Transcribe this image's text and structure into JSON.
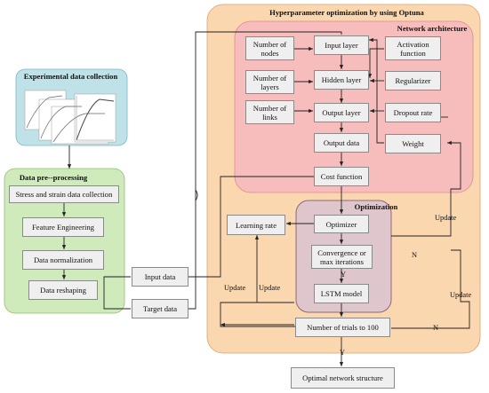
{
  "labels": {
    "hyperparameter_title": "Hyperparameter optimization by using Optuna",
    "network_architecture_title": "Network architecture",
    "optimization_title": "Optimization",
    "experimental_title": "Experimental data collection",
    "preprocessing_title": "Data pre--processing"
  },
  "nodes": {
    "number_of_nodes": "Number of nodes",
    "number_of_layers": "Number of layers",
    "number_of_links": "Number of links",
    "input_layer": "Input layer",
    "hidden_layer": "Hidden layer",
    "output_layer": "Output layer",
    "output_data": "Output data",
    "cost_function": "Cost function",
    "activation_function": "Activation function",
    "regularizer": "Regularizer",
    "dropout_rate": "Dropout rate",
    "weight": "Weight",
    "learning_rate": "Learning rate",
    "optimizer": "Optimizer",
    "convergence": "Convergence or max iterations",
    "lstm_model": "LSTM model",
    "number_of_trials": "Number of trials to 100",
    "optimal_structure": "Optimal network structure",
    "stress_strain": "Stress and strain data collection",
    "feature_engineering": "Feature Engineering",
    "data_normalization": "Data normalization",
    "data_reshaping": "Data reshaping",
    "input_data": "Input data",
    "target_data": "Target data"
  },
  "edge_labels": {
    "update_1": "Update",
    "update_2": "Update",
    "update_3": "Update",
    "update_4": "Update",
    "n_1": "N",
    "n_2": "N",
    "y_1": "Y",
    "y_2": "Y"
  },
  "colors": {
    "optuna_fill": "#fbd7b0",
    "network_fill": "#f7bcbc",
    "optimization_fill": "#dfc5cc",
    "experimental_fill": "#bfe2e8",
    "preprocessing_fill": "#cfeabb",
    "node_fill": "#efefef",
    "line": "#222222"
  }
}
